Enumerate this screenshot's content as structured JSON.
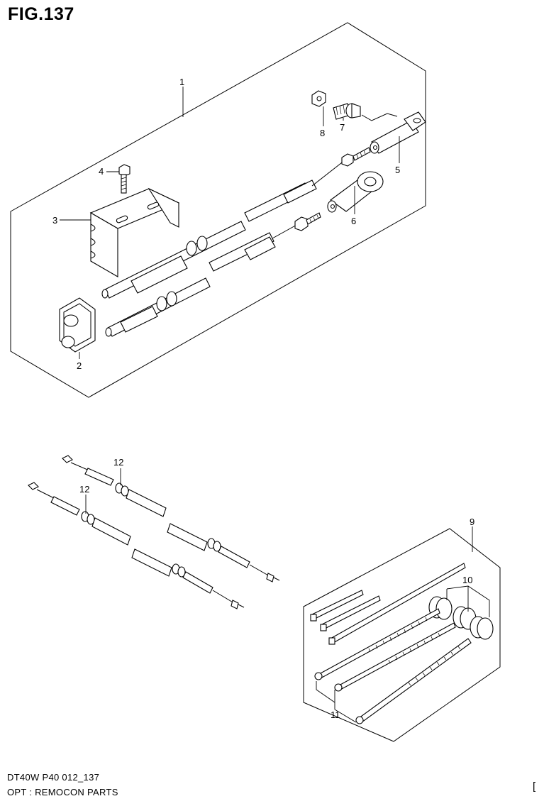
{
  "figure": {
    "title": "FIG.137"
  },
  "footer": {
    "code": "DT40W P40 012_137",
    "caption": "OPT : REMOCON PARTS",
    "edge_mark": "["
  },
  "callouts": {
    "c1": "1",
    "c2": "2",
    "c3": "3",
    "c4": "4",
    "c5": "5",
    "c6": "6",
    "c7": "7",
    "c8": "8",
    "c9": "9",
    "c10": "10",
    "c11": "11",
    "c12a": "12",
    "c12b": "12"
  }
}
